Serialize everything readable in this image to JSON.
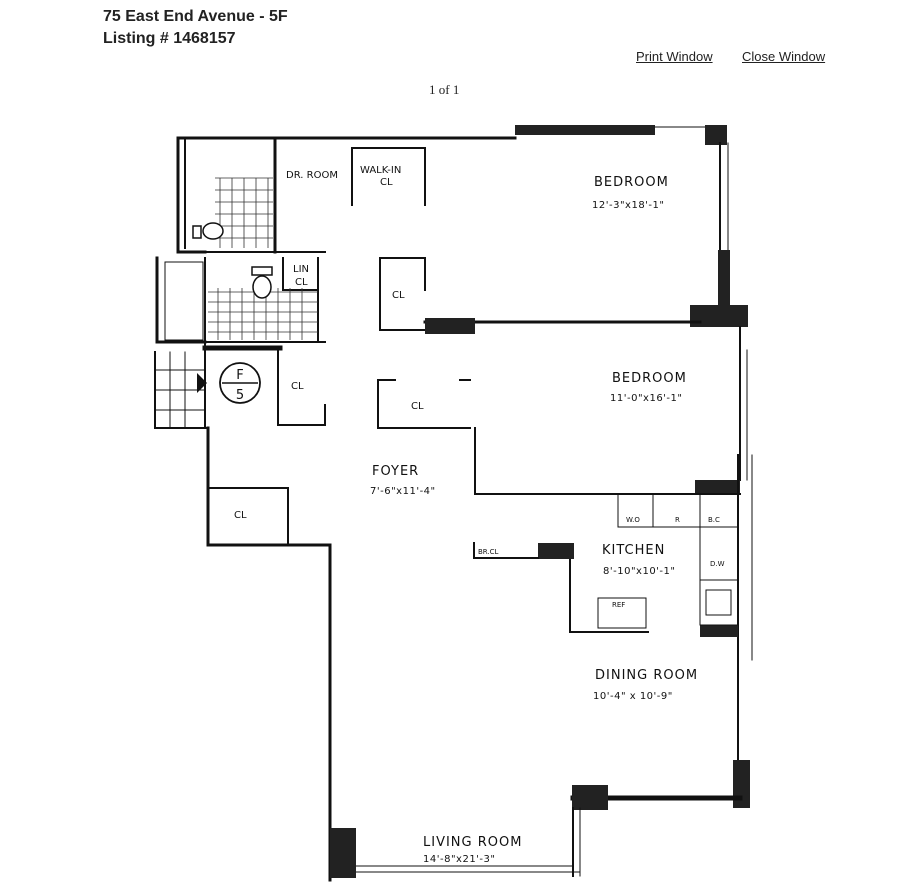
{
  "header": {
    "address": "75 East End Avenue - 5F",
    "listing": "Listing # 1468157"
  },
  "links": {
    "print": "Print Window",
    "close": "Close Window"
  },
  "pager": {
    "label": "1 of 1"
  },
  "floorplan": {
    "rooms": {
      "bedroom1": {
        "name": "BEDROOM",
        "dims": "12'-3\"x18'-1\""
      },
      "bedroom2": {
        "name": "BEDROOM",
        "dims": "11'-0\"x16'-1\""
      },
      "foyer": {
        "name": "FOYER",
        "dims": "7'-6\"x11'-4\""
      },
      "kitchen": {
        "name": "KITCHEN",
        "dims": "8'-10\"x10'-1\""
      },
      "dining": {
        "name": "DINING ROOM",
        "dims": "10'-4\" x 10'-9\""
      },
      "living": {
        "name": "LIVING ROOM",
        "dims": "14'-8\"x21'-3\""
      }
    },
    "labels": {
      "dr_room": "DR. ROOM",
      "walkin_1": "WALK-IN",
      "walkin_2": "CL",
      "lin_1": "LIN",
      "lin_2": "CL",
      "cl": "CL",
      "br_cl": "BR.CL",
      "wo": "W.O",
      "r": "R",
      "bc": "B.C",
      "dw": "D.W",
      "ref": "REF",
      "floor_letter": "F",
      "floor_number": "5"
    }
  }
}
